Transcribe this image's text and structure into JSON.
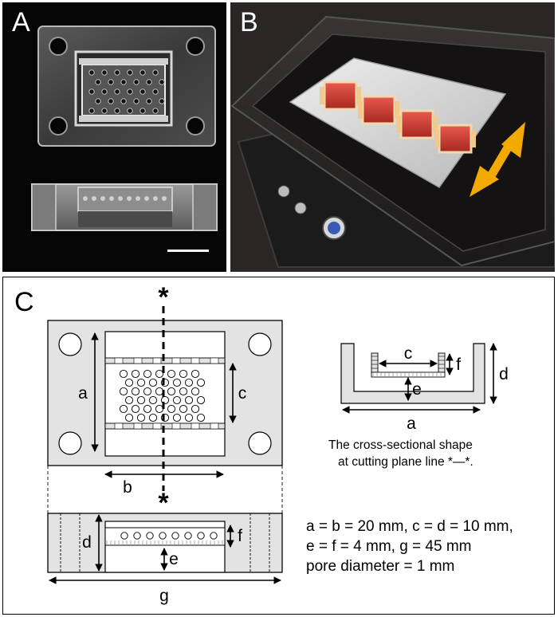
{
  "panels": {
    "a": {
      "letter": "A"
    },
    "b": {
      "letter": "B"
    },
    "c": {
      "letter": "C"
    }
  },
  "diagram": {
    "cut_marker": "*",
    "labels": {
      "a": "a",
      "b": "b",
      "c": "c",
      "d": "d",
      "e": "e",
      "f": "f",
      "g": "g"
    },
    "caption_line1": "The cross-sectional shape",
    "caption_line2": "at cutting plane line *—*.",
    "spec_line1": "a = b = 20 mm, c = d = 10 mm,",
    "spec_line2": "e = f = 4 mm, g = 45 mm",
    "spec_line3": "pore diameter = 1 mm"
  },
  "colors": {
    "chip_gray": "#e3e3e3",
    "arrow_orange": "#f2a900",
    "medium_red": "#c0392b",
    "outline": "#000000"
  }
}
